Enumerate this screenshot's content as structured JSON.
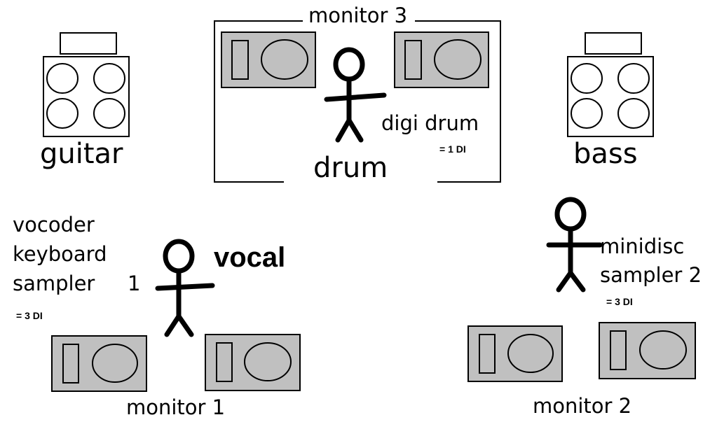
{
  "colors": {
    "speaker_fill": "#c0c0c0",
    "stroke": "#000000",
    "background": "#ffffff"
  },
  "labels": {
    "monitor3": "monitor 3",
    "guitar": "guitar",
    "drum": "drum",
    "bass": "bass",
    "digi_drum": "digi drum",
    "digi_drum_di": "= 1 DI",
    "vocal": "vocal",
    "vocal_line1": "vocoder",
    "vocal_line2": "keyboard",
    "vocal_line3": "sampler",
    "vocal_line3_num": "1",
    "vocal_di": "= 3 DI",
    "minidisc_line1": "minidisc",
    "minidisc_line2": "sampler 2",
    "minidisc_di": "= 3 DI",
    "monitor1": "monitor 1",
    "monitor2": "monitor 2"
  },
  "icons": [
    "monitor-speaker-icon",
    "amp-cabinet-icon",
    "stick-figure-icon"
  ]
}
